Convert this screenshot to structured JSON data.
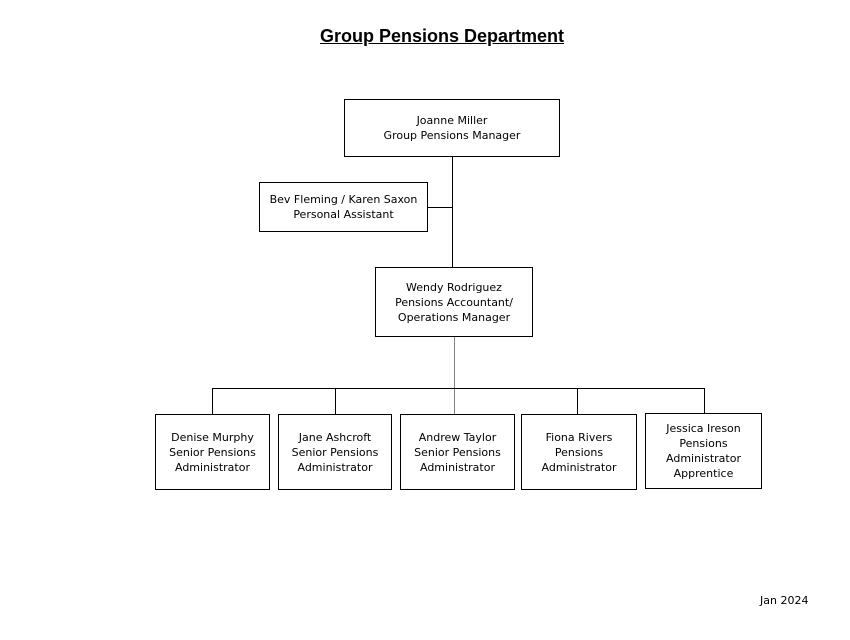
{
  "title": "Group Pensions Department",
  "footer": {
    "date": "Jan 2024"
  },
  "colors": {
    "background": "#ffffff",
    "text": "#000000",
    "box_border": "#000000",
    "connector": "#000000",
    "spine_connector": "#808080"
  },
  "org": {
    "nodes": [
      {
        "id": "group-pensions-manager",
        "name": "Joanne Miller",
        "role": "Group Pensions Manager"
      },
      {
        "id": "personal-assistant",
        "name": "Bev Fleming / Karen Saxon",
        "role": "Personal Assistant"
      },
      {
        "id": "operations-manager",
        "name": "Wendy Rodriguez",
        "role": "Pensions Accountant/\nOperations Manager"
      },
      {
        "id": "senior-pensions-administrator-1",
        "name": "Denise Murphy",
        "role": "Senior Pensions\nAdministrator"
      },
      {
        "id": "senior-pensions-administrator-2",
        "name": "Jane Ashcroft",
        "role": "Senior Pensions\nAdministrator"
      },
      {
        "id": "senior-pensions-administrator-3",
        "name": "Andrew Taylor",
        "role": "Senior Pensions\nAdministrator"
      },
      {
        "id": "pensions-administrator",
        "name": "Fiona Rivers",
        "role": "Pensions\nAdministrator"
      },
      {
        "id": "pensions-administrator-apprentice",
        "name": "Jessica Ireson",
        "role": "Pensions\nAdministrator\nApprentice"
      }
    ]
  }
}
